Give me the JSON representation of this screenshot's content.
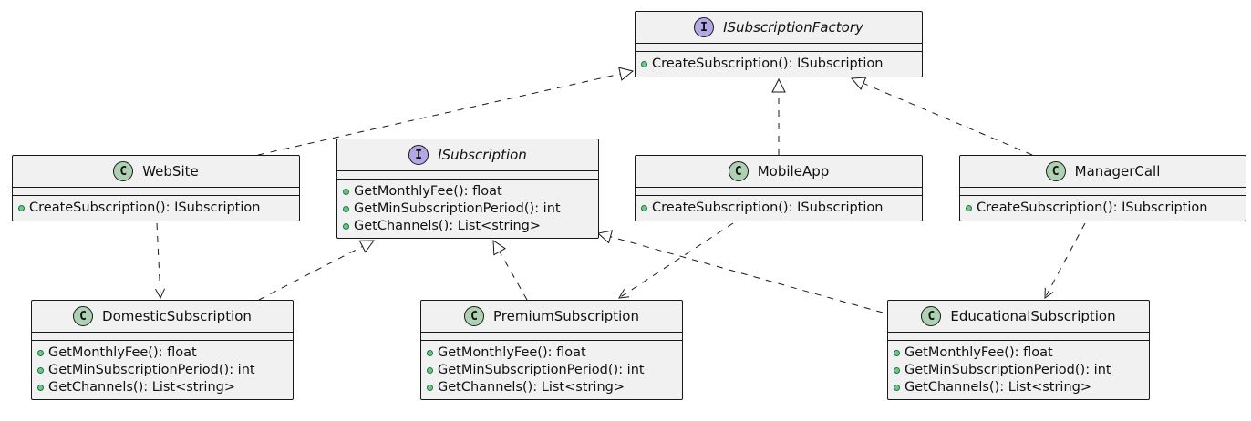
{
  "diagram": {
    "nodes": [
      {
        "id": "ISubscriptionFactory",
        "kind": "interface",
        "stereotype": "I",
        "name": "ISubscriptionFactory",
        "members": [
          "CreateSubscription(): ISubscription"
        ]
      },
      {
        "id": "WebSite",
        "kind": "class",
        "stereotype": "C",
        "name": "WebSite",
        "members": [
          "CreateSubscription(): ISubscription"
        ]
      },
      {
        "id": "ISubscription",
        "kind": "interface",
        "stereotype": "I",
        "name": "ISubscription",
        "members": [
          "GetMonthlyFee(): float",
          "GetMinSubscriptionPeriod(): int",
          "GetChannels(): List<string>"
        ]
      },
      {
        "id": "MobileApp",
        "kind": "class",
        "stereotype": "C",
        "name": "MobileApp",
        "members": [
          "CreateSubscription(): ISubscription"
        ]
      },
      {
        "id": "ManagerCall",
        "kind": "class",
        "stereotype": "C",
        "name": "ManagerCall",
        "members": [
          "CreateSubscription(): ISubscription"
        ]
      },
      {
        "id": "DomesticSubscription",
        "kind": "class",
        "stereotype": "C",
        "name": "DomesticSubscription",
        "members": [
          "GetMonthlyFee(): float",
          "GetMinSubscriptionPeriod(): int",
          "GetChannels(): List<string>"
        ]
      },
      {
        "id": "PremiumSubscription",
        "kind": "class",
        "stereotype": "C",
        "name": "PremiumSubscription",
        "members": [
          "GetMonthlyFee(): float",
          "GetMinSubscriptionPeriod(): int",
          "GetChannels(): List<string>"
        ]
      },
      {
        "id": "EducationalSubscription",
        "kind": "class",
        "stereotype": "C",
        "name": "EducationalSubscription",
        "members": [
          "GetMonthlyFee(): float",
          "GetMinSubscriptionPeriod(): int",
          "GetChannels(): List<string>"
        ]
      }
    ],
    "edges": [
      {
        "from": "WebSite",
        "to": "ISubscriptionFactory",
        "type": "realization"
      },
      {
        "from": "MobileApp",
        "to": "ISubscriptionFactory",
        "type": "realization"
      },
      {
        "from": "ManagerCall",
        "to": "ISubscriptionFactory",
        "type": "realization"
      },
      {
        "from": "DomesticSubscription",
        "to": "ISubscription",
        "type": "realization"
      },
      {
        "from": "PremiumSubscription",
        "to": "ISubscription",
        "type": "realization"
      },
      {
        "from": "EducationalSubscription",
        "to": "ISubscription",
        "type": "realization"
      },
      {
        "from": "WebSite",
        "to": "DomesticSubscription",
        "type": "dependency"
      },
      {
        "from": "MobileApp",
        "to": "PremiumSubscription",
        "type": "dependency"
      },
      {
        "from": "ManagerCall",
        "to": "EducationalSubscription",
        "type": "dependency"
      }
    ],
    "colors": {
      "box_fill": "#f1f1f1",
      "border": "#181818",
      "class_badge": "#add1b2",
      "interface_badge": "#b4a7e5",
      "method_dot": "#84be84",
      "edge": "#181818"
    }
  }
}
